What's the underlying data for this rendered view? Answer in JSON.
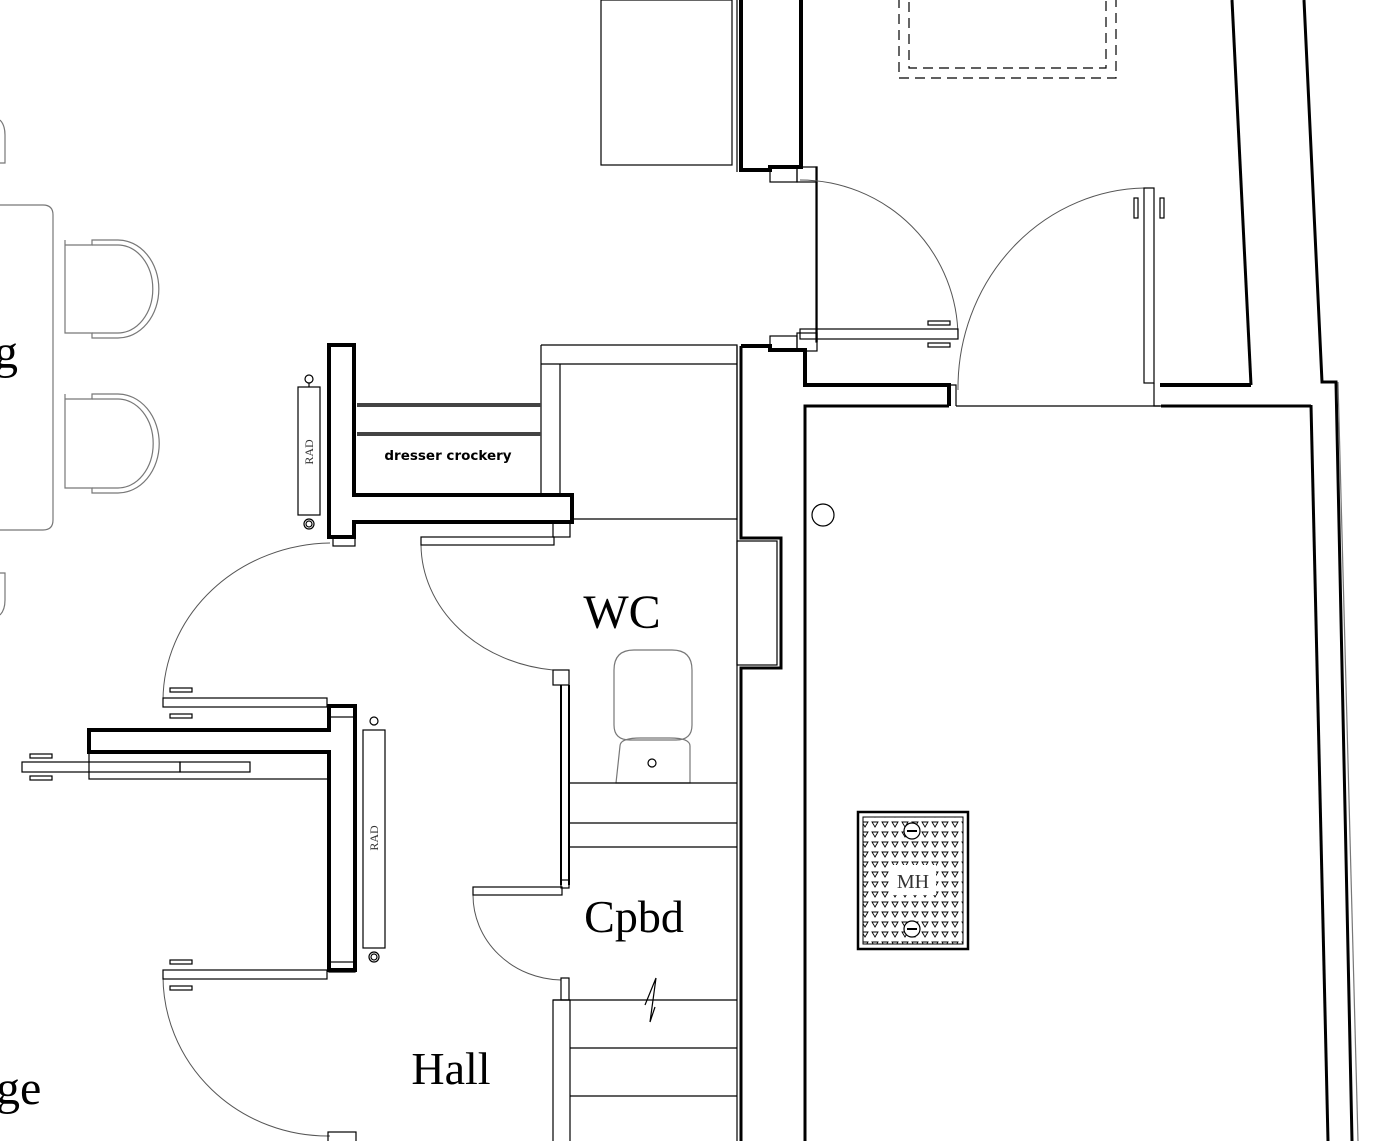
{
  "drawing": {
    "type": "architectural floor plan",
    "colors": {
      "line": "#000000",
      "background": "#ffffff",
      "swing": "#555555",
      "furniture": "#777777"
    }
  },
  "rooms": {
    "dining_partial": "g",
    "lounge_partial": "ge",
    "wc": "WC",
    "cupboard": "Cpbd",
    "hall": "Hall"
  },
  "fixtures": {
    "dresser": "dresser crockery",
    "radiator_upper": "RAD",
    "radiator_lower": "RAD",
    "manhole": "MH"
  },
  "icons": {
    "toilet": "toilet-icon",
    "manhole_cover": "manhole-cover-icon",
    "radiator": "radiator-icon",
    "door_swing": "door-swing-icon",
    "chair": "chair-icon",
    "stair_break": "stair-break-icon",
    "downpipe": "downpipe-icon"
  }
}
